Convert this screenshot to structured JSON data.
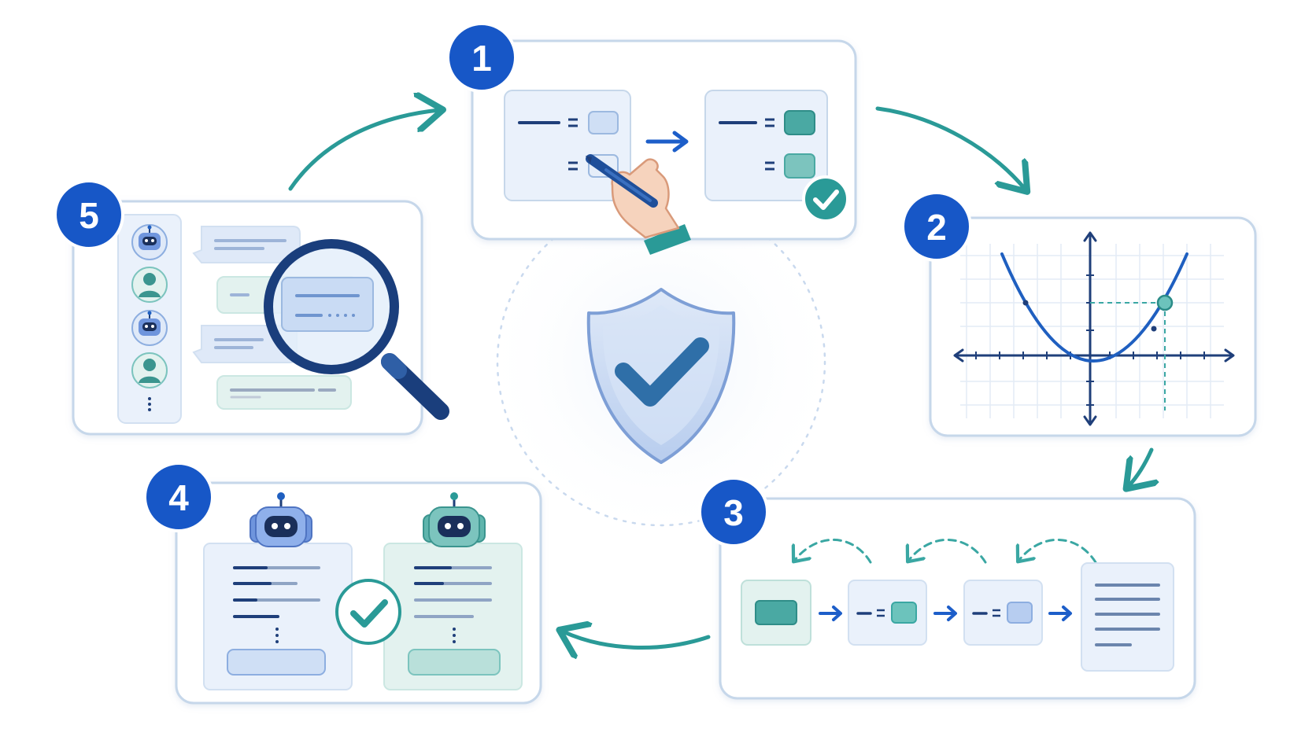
{
  "steps": [
    {
      "number": "1"
    },
    {
      "number": "2"
    },
    {
      "number": "3"
    },
    {
      "number": "4"
    },
    {
      "number": "5"
    }
  ],
  "colors": {
    "badge": "#1757c7",
    "teal": "#2a9a97",
    "navy": "#18407f",
    "panel_border": "#c6d7ea",
    "card_fill": "#eaf1fb",
    "teal_fill": "#e3f2ef",
    "shield": "#c9daf2"
  },
  "icons": [
    "shield-check-icon",
    "pen-hand-icon",
    "magnifier-icon",
    "robot-icon",
    "user-icon",
    "check-circle-icon",
    "parabola-graph-icon"
  ]
}
